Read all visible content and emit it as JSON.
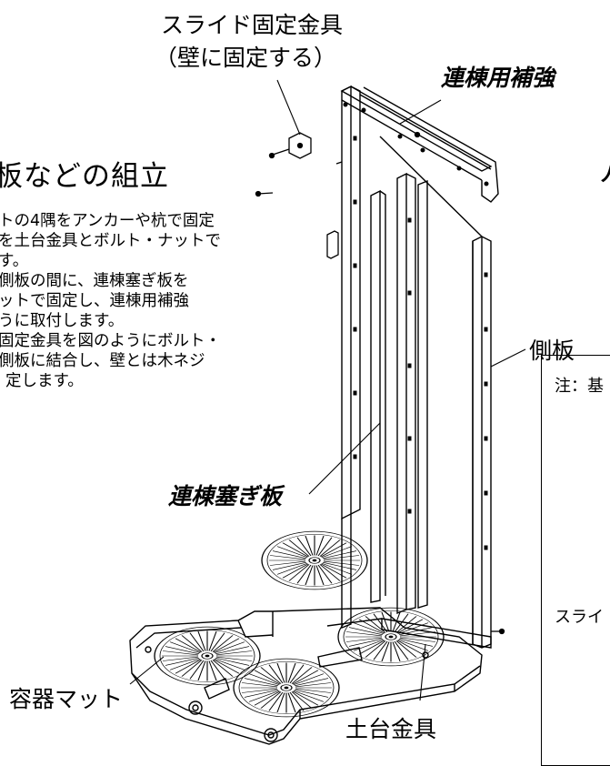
{
  "labels": {
    "slide_bracket_line1": "スライド固定金具",
    "slide_bracket_line2": "（壁に固定する）",
    "reinforcement": "連棟用補強",
    "title_fragment": "板などの組立",
    "side_panel": "側板",
    "gap_plate": "連棟塞ぎ板",
    "container_mat": "容器マット",
    "base_bracket": "土台金具"
  },
  "instructions": [
    "トの4隅をアンカーや杭で固定",
    "を土台金具とボルト・ナットで",
    "す。",
    "側板の間に、連棟塞ぎ板を",
    "ットで固定し、連棟用補強",
    "うに取付します。",
    "固定金具を図のようにボルト・",
    "側板に結合し、壁とは木ネジ",
    "定します。"
  ],
  "note_box": {
    "note": "注：基",
    "slide": "スライ"
  },
  "edge_fragment": "ル"
}
